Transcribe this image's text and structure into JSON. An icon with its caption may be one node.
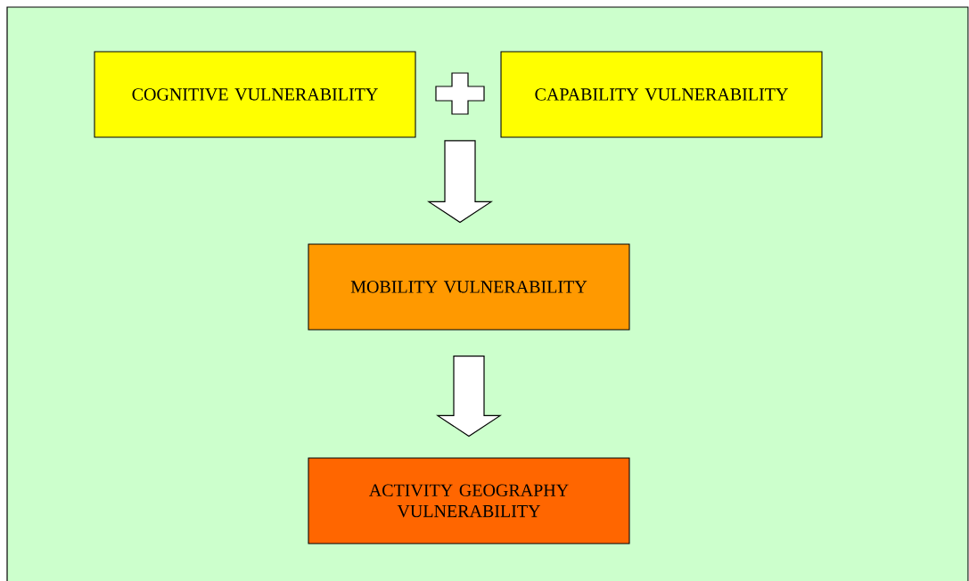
{
  "diagram": {
    "nodes": [
      {
        "text": [
          "COGNITIVE VULNERABILITY"
        ]
      },
      {
        "text": [],
        "shape": "plus"
      },
      {
        "text": [
          "CAPABILITY VULNERABILITY"
        ]
      },
      {
        "text": [
          "MOBILITY VULNERABILITY"
        ]
      },
      {
        "text": [
          "ACTIVITY GEOGRAPHY VULNERABILITY"
        ]
      }
    ],
    "edges": [
      {
        "from": 1,
        "to": 3,
        "arrow": "to"
      },
      {
        "from": 3,
        "to": 4,
        "arrow": "to"
      }
    ]
  }
}
